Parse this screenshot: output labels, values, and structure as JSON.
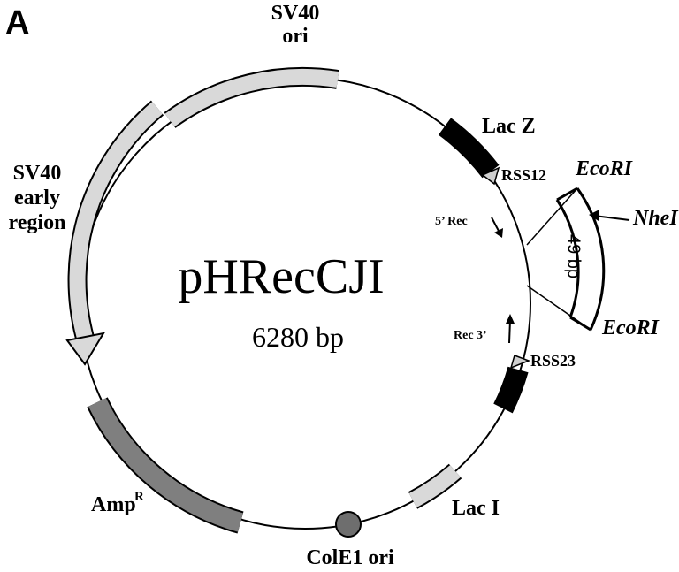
{
  "panel_label": "A",
  "plasmid": {
    "name": "pHRecCJI",
    "size": "6280 bp"
  },
  "features": {
    "sv40_ori": {
      "line1": "SV40",
      "line2": "ori"
    },
    "sv40_early": {
      "line1": "SV40",
      "line2": "early",
      "line3": "region"
    },
    "lac_z": "Lac Z",
    "rss12": "RSS12",
    "rss23": "RSS23",
    "rec5": "5’ Rec",
    "rec3": "Rec 3’",
    "lac_i": "Lac I",
    "cole1_ori": "ColE1 ori",
    "amp": {
      "text": "Amp",
      "superscript": "R"
    }
  },
  "insert": {
    "size": "49 bp",
    "site_top": "EcoRI",
    "site_middle": "NheI",
    "site_bottom": "EcoRI"
  },
  "colors": {
    "backbone": "#000000",
    "light_feature": "#d9d9d9",
    "amp_gene": "#7f7f7f",
    "lac_z_block": "#000000",
    "cole1_circle": "#6e6e6e",
    "rss_triangle": "#cfcfcf"
  }
}
